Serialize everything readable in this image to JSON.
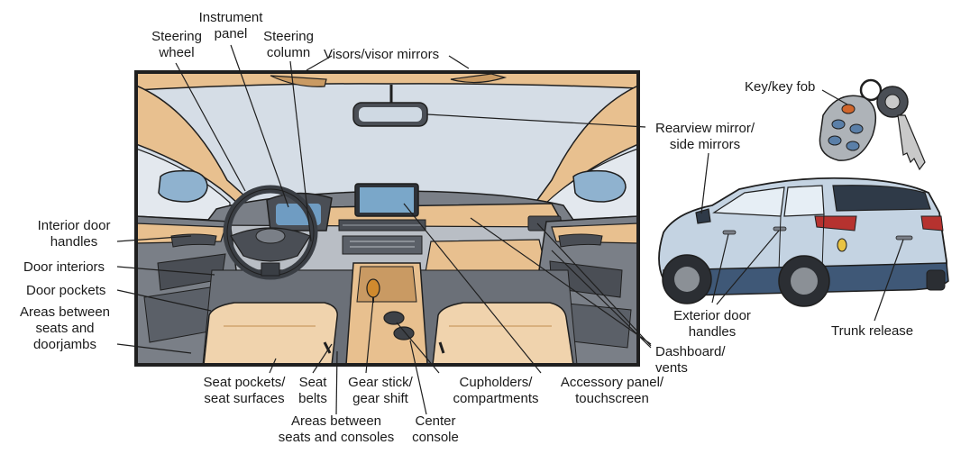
{
  "figure": {
    "title": "Vehicle interior and exterior high-touch surfaces",
    "colors": {
      "outline": "#1f1f1f",
      "tan": "#e8c08f",
      "tan_dark": "#c99a63",
      "seat": "#f0d3ad",
      "grey_dark": "#4a4e55",
      "grey_mid": "#7a7f87",
      "grey_light": "#b9bec5",
      "sky": "#d5dde6",
      "screen": "#7aa7c9",
      "car_body": "#c4d3e2",
      "car_lower": "#3f5877",
      "tail_light": "#b6322f",
      "fob": "#aeb3b8",
      "fob_button": "#5a7fa8",
      "key_metal": "#c9c9c9"
    }
  },
  "labels": {
    "instrument_panel": [
      "Instrument",
      "panel"
    ],
    "steering_wheel": [
      "Steering",
      "wheel"
    ],
    "steering_column": [
      "Steering",
      "column"
    ],
    "visors": [
      "Visors/visor mirrors"
    ],
    "rearview_mirror": [
      "Rearview mirror/",
      "side mirrors"
    ],
    "interior_door_handles": [
      "Interior door",
      "handles"
    ],
    "door_interiors": [
      "Door interiors"
    ],
    "door_pockets": [
      "Door pockets"
    ],
    "areas_seats_doorjambs": [
      "Areas between",
      "seats and",
      "doorjambs"
    ],
    "seat_pockets": [
      "Seat pockets/",
      "seat surfaces"
    ],
    "seat_belts": [
      "Seat",
      "belts"
    ],
    "gear_stick": [
      "Gear stick/",
      "gear shift"
    ],
    "cupholders": [
      "Cupholders/",
      "compartments"
    ],
    "accessory_panel": [
      "Accessory panel/",
      "touchscreen"
    ],
    "dashboard_vents": [
      "Dashboard/",
      "vents"
    ],
    "areas_seats_consoles": [
      "Areas between",
      "seats and consoles"
    ],
    "center_console": [
      "Center",
      "console"
    ],
    "key_fob": [
      "Key/key fob"
    ],
    "exterior_door_handles": [
      "Exterior door",
      "handles"
    ],
    "trunk_release": [
      "Trunk release"
    ]
  }
}
